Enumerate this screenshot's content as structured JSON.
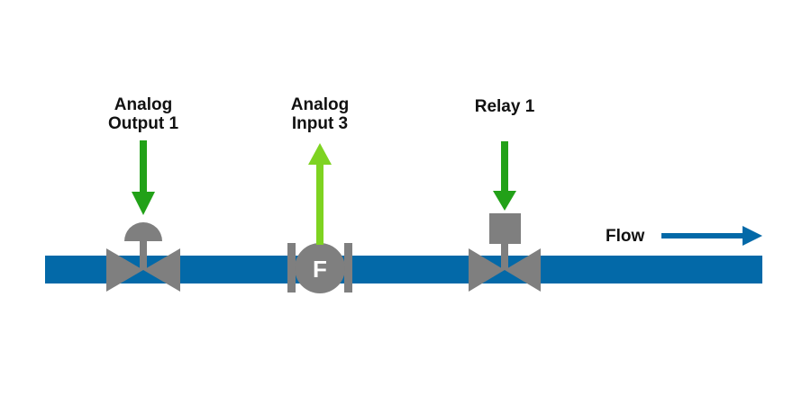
{
  "diagram": {
    "colors": {
      "pipe": "#0369a8",
      "device": "#7f7f7f",
      "output_arrow": "#22a118",
      "input_arrow": "#7ed321",
      "meter_text": "#ffffff",
      "label_text": "#111111"
    },
    "devices": [
      {
        "id": "analog-output-1",
        "type": "control-valve-diaphragm",
        "label_line1": "Analog",
        "label_line2": "Output 1",
        "signal_direction": "in"
      },
      {
        "id": "analog-input-3",
        "type": "flow-meter",
        "label_line1": "Analog",
        "label_line2": "Input 3",
        "meter_letter": "F",
        "signal_direction": "out"
      },
      {
        "id": "relay-1",
        "type": "solenoid-valve",
        "label_line1": "Relay 1",
        "signal_direction": "in"
      }
    ],
    "flow": {
      "label": "Flow",
      "direction": "right"
    }
  }
}
